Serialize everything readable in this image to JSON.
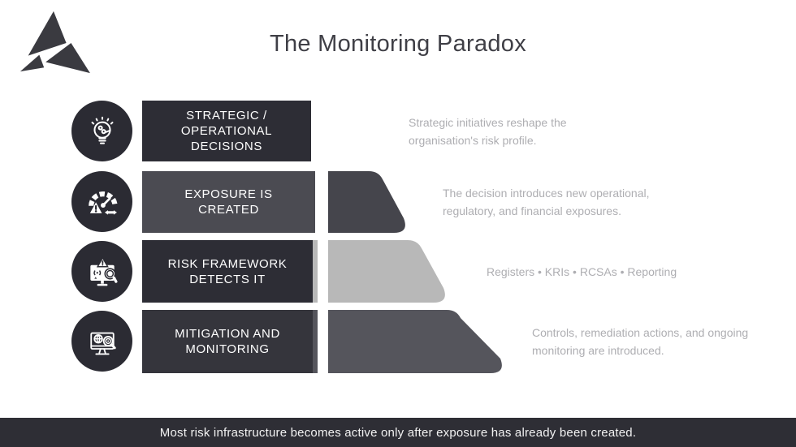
{
  "title": "The Monitoring Paradox",
  "colors": {
    "title_fg": "#3f3f46",
    "desc_fg": "#aeaeb2",
    "circle_bg": "#2b2b33",
    "logo_fill": "#3a3a40",
    "banner_bg": "#2e2e35",
    "banner_fg": "#f2f2f2",
    "icon_stroke": "#ffffff"
  },
  "banner": {
    "text": "Most risk infrastructure becomes active only after exposure has already been created."
  },
  "rows": [
    {
      "icon": "lightbulb-idea-icon",
      "label_lines": [
        "STRATEGIC /",
        "OPERATIONAL",
        "DECISIONS"
      ],
      "box_color": "#2d2d35",
      "shape_color": null,
      "desc_lines": [
        "Strategic initiatives reshape the",
        "organisation's risk profile."
      ]
    },
    {
      "icon": "gauge-warning-icon",
      "label_lines": [
        "EXPOSURE IS",
        "CREATED"
      ],
      "box_color": "#4b4b52",
      "shape_color": "#45454c",
      "desc_lines": [
        "The decision introduces new operational,",
        "regulatory, and financial exposures."
      ]
    },
    {
      "icon": "monitor-alert-magnifier-icon",
      "label_lines": [
        "RISK FRAMEWORK",
        "DETECTS IT"
      ],
      "box_color": "#2d2d35",
      "shape_color": "#b8b8b8",
      "desc_lines": [
        "Registers • KRIs • RCSAs • Reporting"
      ]
    },
    {
      "icon": "monitor-globe-magnifier-icon",
      "label_lines": [
        "MITIGATION AND",
        "MONITORING"
      ],
      "box_color": "#35353c",
      "shape_color": "#55555c",
      "desc_lines": [
        "Controls, remediation actions, and ongoing",
        "monitoring are introduced."
      ]
    }
  ]
}
